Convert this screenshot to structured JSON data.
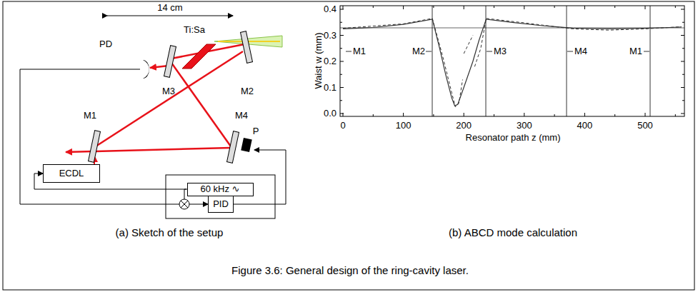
{
  "diagram": {
    "caption": "Figure 3.6: General design of the ring-cavity laser.",
    "nodes": [
      {
        "text": [
          "ECDL"
        ]
      },
      {
        "text": [
          "60 kHz ∿"
        ]
      },
      {
        "text": [
          "PID"
        ]
      }
    ],
    "edges": [
      {
        "from": 1,
        "to": 0,
        "arrow": "to"
      },
      {
        "from": 1,
        "to": 2,
        "arrow": "to"
      }
    ],
    "labels": [
      "14 cm",
      "PD",
      "Ti:Sa",
      "M3",
      "M2",
      "M1",
      "M4",
      "P",
      "0.4",
      "0.3",
      "0.2",
      "0.1",
      "0.0",
      "0",
      "100",
      "200",
      "300",
      "400",
      "500",
      "Waist w (mm)",
      "Resonator path z (mm)",
      "M1",
      "M2",
      "M3",
      "M4",
      "M1",
      "(a) Sketch of the setup",
      "(b) ABCD mode calculation"
    ]
  }
}
